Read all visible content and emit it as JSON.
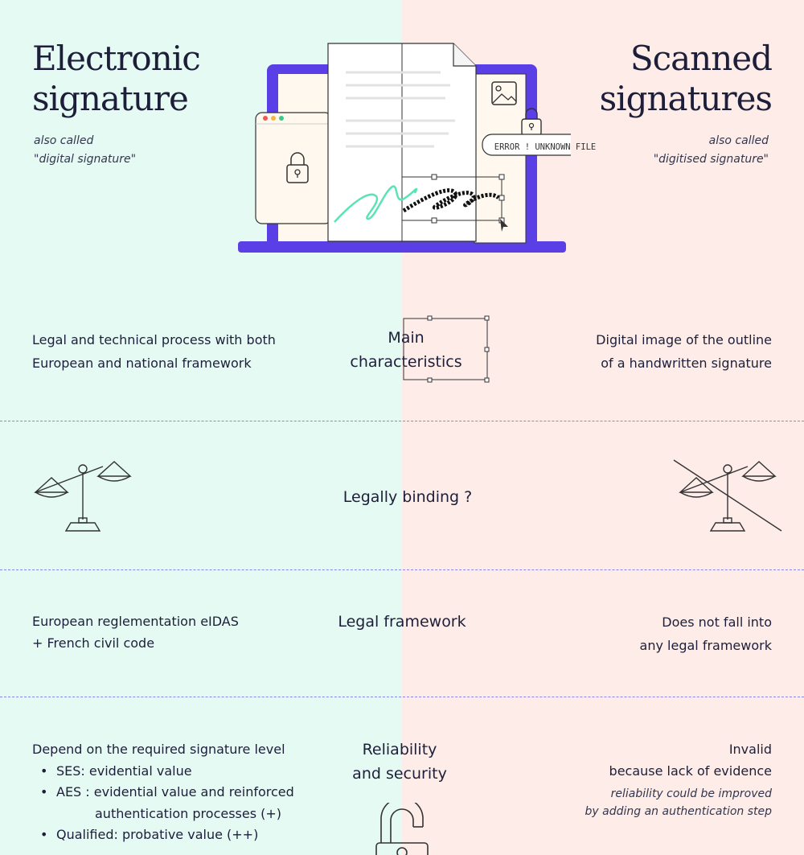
{
  "left": {
    "title_line1": "Electronic",
    "title_line2": "signature",
    "aka_line1": "also called",
    "aka_line2": "\"digital signature\"",
    "characteristics_line1": "Legal and technical process with both",
    "characteristics_line2": "European and national framework",
    "framework_line1": "European reglementation eIDAS",
    "framework_line2": "+ French civil code",
    "reliability_intro": "Depend on the required signature level",
    "levels": [
      "SES: evidential value",
      "AES : evidential value and reinforced",
      "authentication processes (+)",
      "Qualified: probative value (++)"
    ]
  },
  "right": {
    "title_line1": "Scanned",
    "title_line2": "signatures",
    "aka_line1": "also called",
    "aka_line2": "\"digitised signature\"",
    "characteristics_line1": "Digital image of the outline",
    "characteristics_line2": "of a handwritten signature",
    "framework_line1": "Does not fall into",
    "framework_line2": "any legal framework",
    "reliability_line1": "Invalid",
    "reliability_line2": "because lack of evidence",
    "reliability_note1": "reliability could be improved",
    "reliability_note2": "by adding an authentication step"
  },
  "center": {
    "characteristics_line1": "Main",
    "characteristics_line2": "characteristics",
    "binding": "Legally binding ?",
    "framework": "Legal framework",
    "reliability_line1": "Reliability",
    "reliability_line2": "and security"
  },
  "illustration": {
    "error_text": "ERROR ! UNKNOWN FILE"
  },
  "icons": [
    "laptop-illustration",
    "lock-icon",
    "image-icon",
    "scales-icon",
    "crossed-scales-icon",
    "open-padlock-icon"
  ],
  "colors": {
    "left_bg": "#e6faf4",
    "right_bg": "#fdece8",
    "accent_green": "#5be3b6",
    "accent_red": "#f08078",
    "laptop_purple": "#5a3ee6",
    "divider": "#8a86e8"
  }
}
